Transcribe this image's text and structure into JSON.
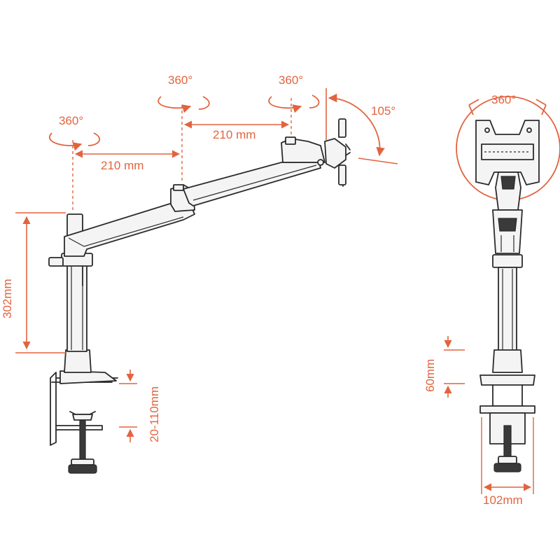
{
  "colors": {
    "accent": "#e2643f",
    "line": "#2b2b2b"
  },
  "labels": {
    "rot_pole": "360°",
    "rot_elbow": "360°",
    "rot_head": "360°",
    "tilt": "105°",
    "rot_side": "360°",
    "arm_span_1": "210 mm",
    "arm_span_2": "210 mm",
    "pole_height": "302mm",
    "clamp_range": "20-110mm",
    "base_height": "60mm",
    "clamp_width": "102mm"
  }
}
